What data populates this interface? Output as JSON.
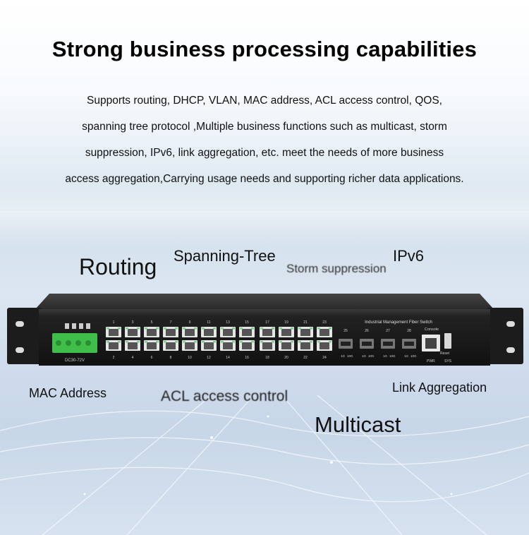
{
  "title": "Strong business processing capabilities",
  "description_lines": [
    "Supports routing, DHCP, VLAN, MAC address, ACL access control, QOS,",
    "spanning tree protocol ,Multiple business functions such as multicast, storm",
    "suppression, IPv6, link aggregation, etc. meet the needs of more business",
    "access aggregation,Carrying usage needs and supporting richer data applications."
  ],
  "features": {
    "routing": "Routing",
    "spanning_tree": "Spanning-Tree",
    "storm_suppression": "Storm suppression",
    "ipv6": "IPv6",
    "mac_address": "MAC Address",
    "acl": "ACL access control",
    "link_aggregation": "Link Aggregation",
    "multicast": "Multicast"
  },
  "device": {
    "model_label": "Industrial Management Fiber Switch",
    "power_label": "DC30-72V",
    "console_label": "Console",
    "reset_label": "Reset",
    "pwr_label": "PWR",
    "sys_label": "SYS",
    "top_port_numbers": [
      "1",
      "3",
      "5",
      "7",
      "9",
      "11",
      "13",
      "15",
      "17",
      "19",
      "21",
      "23"
    ],
    "bottom_port_numbers": [
      "2",
      "4",
      "6",
      "8",
      "10",
      "12",
      "14",
      "16",
      "18",
      "20",
      "22",
      "24"
    ],
    "sfp_numbers": [
      "25",
      "26",
      "27",
      "28"
    ],
    "sfp_speed_labels": [
      "1G",
      "10G"
    ],
    "colors": {
      "chassis": "#1a1a1a",
      "terminal": "#3fbf4a",
      "port_led": "#7fd18a"
    }
  }
}
